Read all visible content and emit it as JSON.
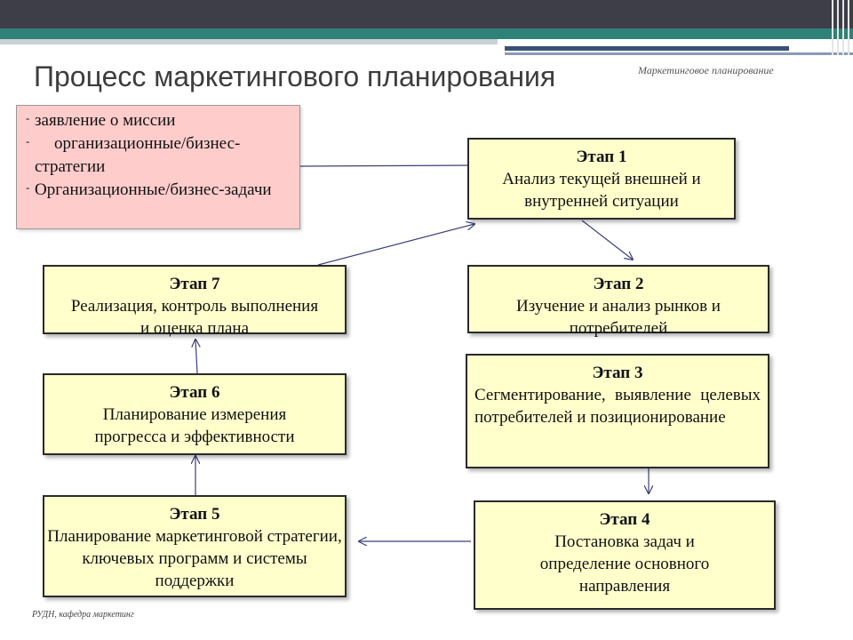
{
  "header": {
    "title": "Процесс маркетингового планирования",
    "note": "Маркетинговое планирование"
  },
  "footer": {
    "note": "РУДН, кафедра маркетинг"
  },
  "mission_box": {
    "items": [
      "заявление о миссии",
      "организационные/бизнес-стратегии",
      "Организационные/бизнес-задачи"
    ]
  },
  "stages": [
    {
      "label": "Этап 1",
      "text": "Анализ текущей внешней и внутренней ситуации"
    },
    {
      "label": "Этап 2",
      "text": "Изучение и анализ рынков и потребителей"
    },
    {
      "label": "Этап 3",
      "text": "Сегментирование, выявление целевых потребителей и позиционирование"
    },
    {
      "label": "Этап 4",
      "text": "Постановка задач и определение основного направления"
    },
    {
      "label": "Этап 5",
      "text": "Планирование маркетинговой стратегии, ключевых программ и системы поддержки"
    },
    {
      "label": "Этап 6",
      "text": "Планирование измерения прогресса и эффективности"
    },
    {
      "label": "Этап 7",
      "text": "Реализация, контроль выполнения и оценка плана"
    }
  ],
  "colors": {
    "stage_fill": "#ffffcc",
    "mission_fill": "#ffcccc",
    "arrow": "#3a3f7a",
    "header_dark": "#3e3e48",
    "header_teal": "#2e8278"
  }
}
